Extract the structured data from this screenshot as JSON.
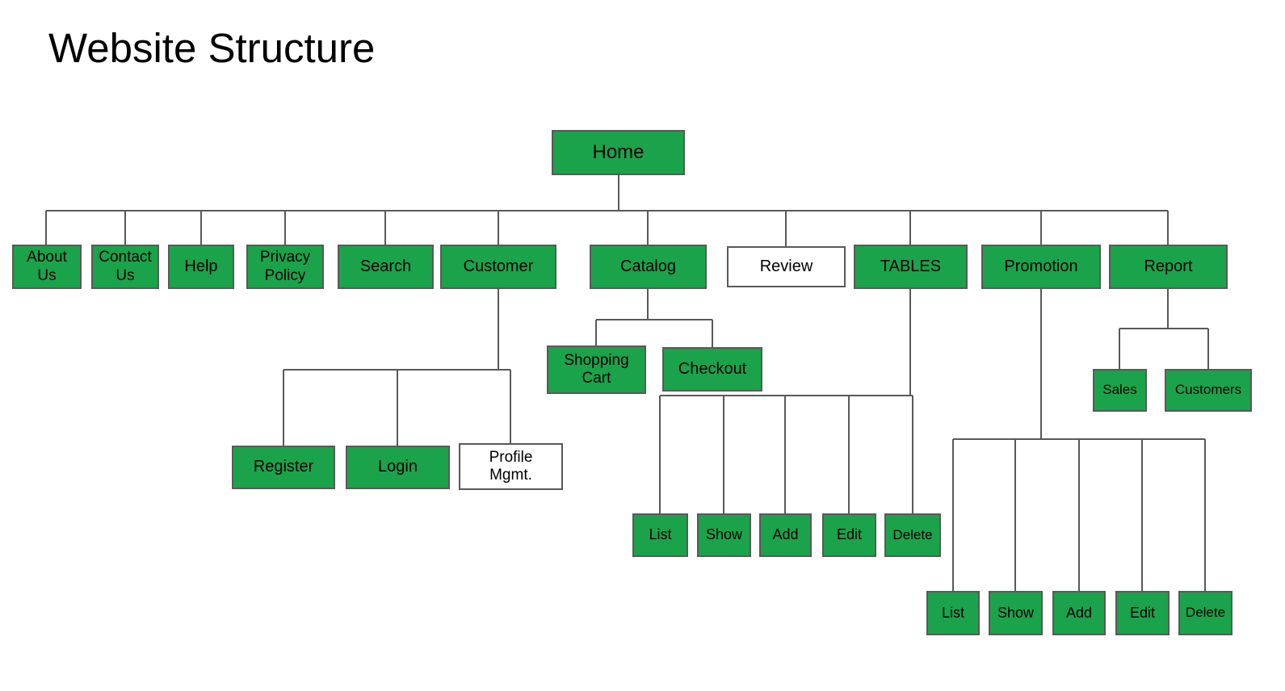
{
  "title": "Website Structure",
  "colors": {
    "background": "#ffffff",
    "node_fill_green": "#1aa34b",
    "node_fill_white": "#ffffff",
    "border": "#595959",
    "line": "#595959",
    "text": "#000000"
  },
  "diagram": {
    "type": "tree",
    "root": "home",
    "nodes": [
      {
        "id": "home",
        "label": "Home",
        "variant": "green",
        "parent": null
      },
      {
        "id": "about-us",
        "label": "About\nUs",
        "variant": "green",
        "parent": "home"
      },
      {
        "id": "contact-us",
        "label": "Contact\nUs",
        "variant": "green",
        "parent": "home"
      },
      {
        "id": "help",
        "label": "Help",
        "variant": "green",
        "parent": "home"
      },
      {
        "id": "privacy-policy",
        "label": "Privacy\nPolicy",
        "variant": "green",
        "parent": "home"
      },
      {
        "id": "search",
        "label": "Search",
        "variant": "green",
        "parent": "home"
      },
      {
        "id": "customer",
        "label": "Customer",
        "variant": "green",
        "parent": "home"
      },
      {
        "id": "catalog",
        "label": "Catalog",
        "variant": "green",
        "parent": "home"
      },
      {
        "id": "review",
        "label": "Review",
        "variant": "white",
        "parent": "home"
      },
      {
        "id": "tables",
        "label": "TABLES",
        "variant": "green",
        "parent": "home"
      },
      {
        "id": "promotion",
        "label": "Promotion",
        "variant": "green",
        "parent": "home"
      },
      {
        "id": "report",
        "label": "Report",
        "variant": "green",
        "parent": "home"
      },
      {
        "id": "register",
        "label": "Register",
        "variant": "green",
        "parent": "customer"
      },
      {
        "id": "login",
        "label": "Login",
        "variant": "green",
        "parent": "customer"
      },
      {
        "id": "profile-mgmt",
        "label": "Profile\nMgmt.",
        "variant": "white",
        "parent": "customer"
      },
      {
        "id": "shopping-cart",
        "label": "Shopping\nCart",
        "variant": "green",
        "parent": "catalog"
      },
      {
        "id": "checkout",
        "label": "Checkout",
        "variant": "green",
        "parent": "catalog"
      },
      {
        "id": "tables-list",
        "label": "List",
        "variant": "green",
        "parent": "tables"
      },
      {
        "id": "tables-show",
        "label": "Show",
        "variant": "green",
        "parent": "tables"
      },
      {
        "id": "tables-add",
        "label": "Add",
        "variant": "green",
        "parent": "tables"
      },
      {
        "id": "tables-edit",
        "label": "Edit",
        "variant": "green",
        "parent": "tables"
      },
      {
        "id": "tables-delete",
        "label": "Delete",
        "variant": "green",
        "parent": "tables"
      },
      {
        "id": "promo-list",
        "label": "List",
        "variant": "green",
        "parent": "promotion"
      },
      {
        "id": "promo-show",
        "label": "Show",
        "variant": "green",
        "parent": "promotion"
      },
      {
        "id": "promo-add",
        "label": "Add",
        "variant": "green",
        "parent": "promotion"
      },
      {
        "id": "promo-edit",
        "label": "Edit",
        "variant": "green",
        "parent": "promotion"
      },
      {
        "id": "promo-delete",
        "label": "Delete",
        "variant": "green",
        "parent": "promotion"
      },
      {
        "id": "sales",
        "label": "Sales",
        "variant": "green",
        "parent": "report"
      },
      {
        "id": "customers",
        "label": "Customers",
        "variant": "green",
        "parent": "report"
      }
    ]
  }
}
